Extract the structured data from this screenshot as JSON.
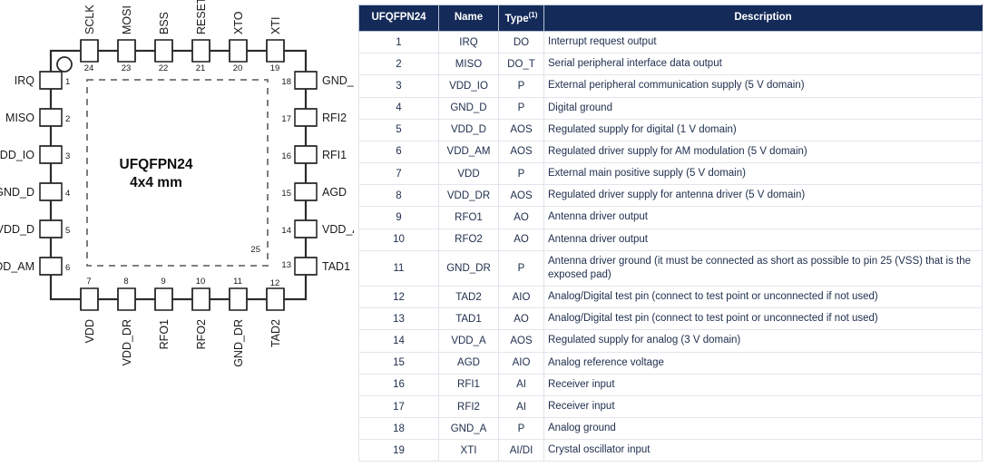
{
  "package": {
    "center_line1": "UFQFPN24",
    "center_line2": "4x4 mm",
    "exposed_pad_number": "25",
    "orientation_marker": "pin1-dot-circle",
    "top_pins": [
      {
        "num": "24",
        "label": "SCLK"
      },
      {
        "num": "23",
        "label": "MOSI"
      },
      {
        "num": "22",
        "label": "BSS"
      },
      {
        "num": "21",
        "label": "RESET"
      },
      {
        "num": "20",
        "label": "XTO"
      },
      {
        "num": "19",
        "label": "XTI"
      }
    ],
    "left_pins": [
      {
        "num": "1",
        "label": "IRQ"
      },
      {
        "num": "2",
        "label": "MISO"
      },
      {
        "num": "3",
        "label": "VDD_IO"
      },
      {
        "num": "4",
        "label": "GND_D"
      },
      {
        "num": "5",
        "label": "VDD_D"
      },
      {
        "num": "6",
        "label": "VDD_AM"
      }
    ],
    "bottom_pins": [
      {
        "num": "7",
        "label": "VDD"
      },
      {
        "num": "8",
        "label": "VDD_DR"
      },
      {
        "num": "9",
        "label": "RFO1"
      },
      {
        "num": "10",
        "label": "RFO2"
      },
      {
        "num": "11",
        "label": "GND_DR"
      },
      {
        "num": "12",
        "label": "TAD2"
      }
    ],
    "right_pins": [
      {
        "num": "18",
        "label": "GND_A"
      },
      {
        "num": "17",
        "label": "RFI2"
      },
      {
        "num": "16",
        "label": "RFI1"
      },
      {
        "num": "15",
        "label": "AGD"
      },
      {
        "num": "14",
        "label": "VDD_A"
      },
      {
        "num": "13",
        "label": "TAD1"
      }
    ]
  },
  "table": {
    "headers": {
      "pin": "UFQFPN24",
      "name": "Name",
      "type": "Type",
      "type_footnote": "(1)",
      "description": "Description"
    },
    "header_bg": "#142b59",
    "header_fg": "#ffffff",
    "text_color": "#20304e",
    "rows": [
      {
        "pin": "1",
        "name": "IRQ",
        "type": "DO",
        "desc": "Interrupt request output"
      },
      {
        "pin": "2",
        "name": "MISO",
        "type": "DO_T",
        "desc": "Serial peripheral interface data output"
      },
      {
        "pin": "3",
        "name": "VDD_IO",
        "type": "P",
        "desc": "External peripheral communication supply (5 V domain)"
      },
      {
        "pin": "4",
        "name": "GND_D",
        "type": "P",
        "desc": "Digital ground"
      },
      {
        "pin": "5",
        "name": "VDD_D",
        "type": "AOS",
        "desc": "Regulated supply for digital (1 V domain)"
      },
      {
        "pin": "6",
        "name": "VDD_AM",
        "type": "AOS",
        "desc": "Regulated driver supply for AM modulation (5 V domain)"
      },
      {
        "pin": "7",
        "name": "VDD",
        "type": "P",
        "desc": "External main positive supply (5 V domain)"
      },
      {
        "pin": "8",
        "name": "VDD_DR",
        "type": "AOS",
        "desc": "Regulated driver supply for antenna driver (5 V domain)"
      },
      {
        "pin": "9",
        "name": "RFO1",
        "type": "AO",
        "desc": "Antenna driver output"
      },
      {
        "pin": "10",
        "name": "RFO2",
        "type": "AO",
        "desc": "Antenna driver output"
      },
      {
        "pin": "11",
        "name": "GND_DR",
        "type": "P",
        "desc": "Antenna driver ground (it must be connected as short as possible to pin 25 (VSS) that is the exposed pad)"
      },
      {
        "pin": "12",
        "name": "TAD2",
        "type": "AIO",
        "desc": "Analog/Digital test pin (connect to test point or unconnected if not used)"
      },
      {
        "pin": "13",
        "name": "TAD1",
        "type": "AO",
        "desc": "Analog/Digital test pin (connect to test point or unconnected if not used)"
      },
      {
        "pin": "14",
        "name": "VDD_A",
        "type": "AOS",
        "desc": "Regulated supply for analog (3 V domain)"
      },
      {
        "pin": "15",
        "name": "AGD",
        "type": "AIO",
        "desc": "Analog reference voltage"
      },
      {
        "pin": "16",
        "name": "RFI1",
        "type": "AI",
        "desc": "Receiver input"
      },
      {
        "pin": "17",
        "name": "RFI2",
        "type": "AI",
        "desc": "Receiver input"
      },
      {
        "pin": "18",
        "name": "GND_A",
        "type": "P",
        "desc": "Analog ground"
      },
      {
        "pin": "19",
        "name": "XTI",
        "type": "AI/DI",
        "desc": "Crystal oscillator input"
      }
    ]
  }
}
